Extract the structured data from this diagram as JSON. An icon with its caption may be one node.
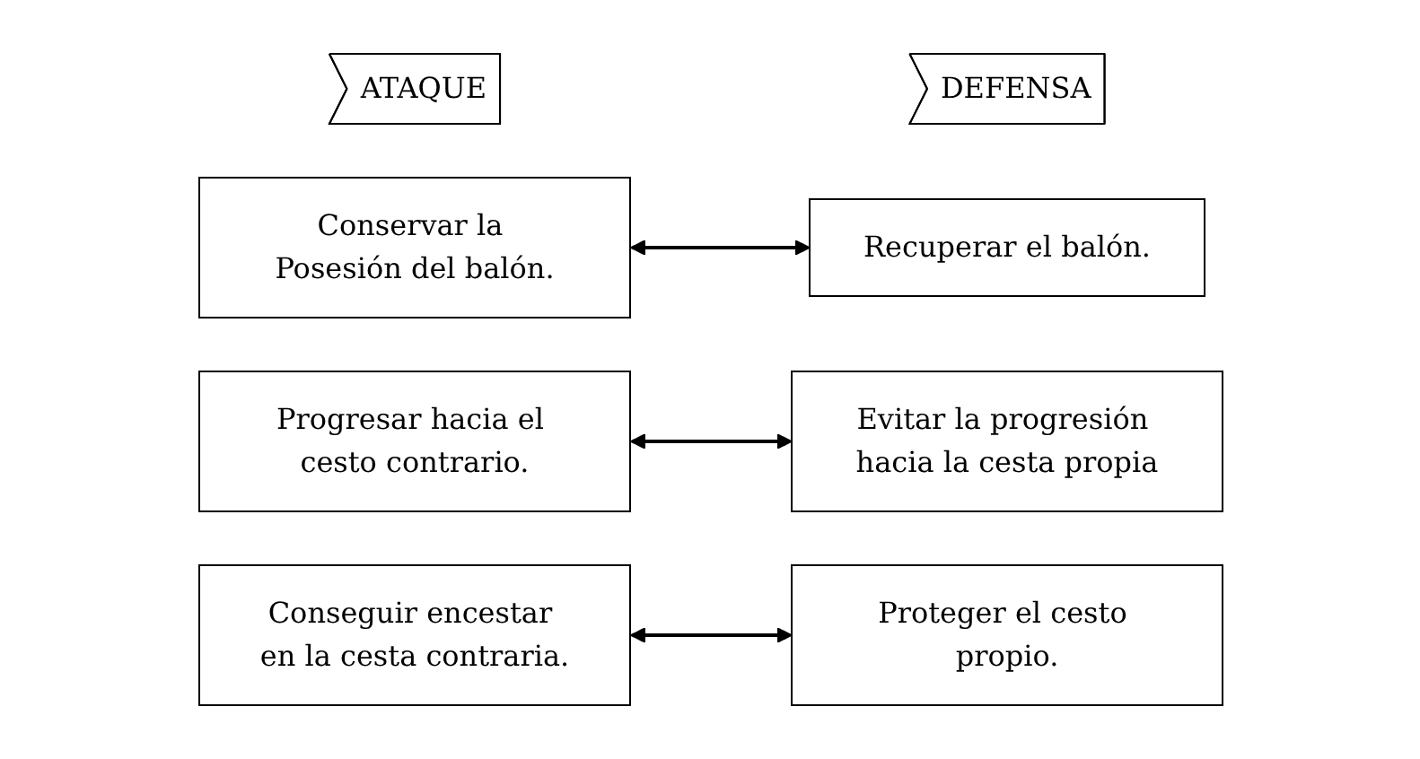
{
  "diagram": {
    "nodes": [
      {
        "text": [
          "ATAQUE"
        ]
      },
      {
        "text": [
          "DEFENSA"
        ]
      },
      {
        "text": [
          "Conservar la Posesión del balón."
        ]
      },
      {
        "text": [
          "Recuperar el balón."
        ]
      },
      {
        "text": [
          "Progresar hacia el cesto contrario."
        ]
      },
      {
        "text": [
          "Evitar la progresión hacia la cesta propia"
        ]
      },
      {
        "text": [
          "Conseguir encestar en la cesta contraria."
        ]
      },
      {
        "text": [
          "Proteger el cesto propio."
        ]
      }
    ],
    "edges": [
      {
        "from": 2,
        "to": 3,
        "arrow": "both"
      },
      {
        "from": 4,
        "to": 5,
        "arrow": "both"
      },
      {
        "from": 6,
        "to": 7,
        "arrow": "both"
      }
    ]
  }
}
